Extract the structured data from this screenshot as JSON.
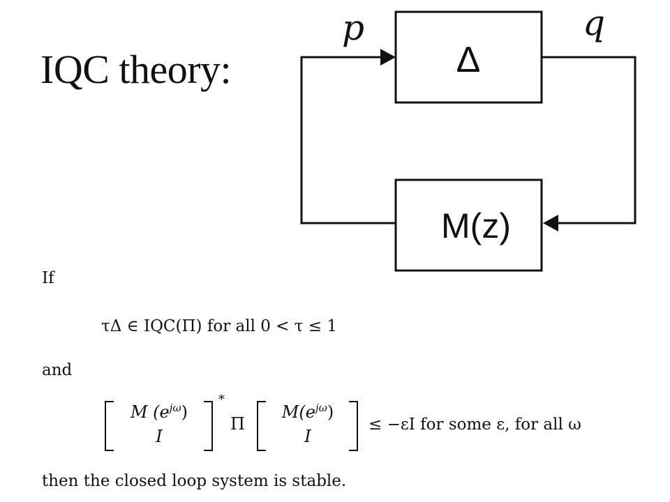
{
  "title": "IQC theory:",
  "diagram": {
    "top_block_label": "Δ",
    "bottom_block_label": "M(z)",
    "input_signal": "p",
    "output_signal": "q"
  },
  "theorem": {
    "if_word": "If",
    "condition1": {
      "lhs": "τΔ ∈ IQC(Π) for all 0 < τ ≤ 1"
    },
    "and_word": "and",
    "condition2": {
      "top_left": "M (e",
      "top_left_sup": "jω",
      "top_left_close": ")",
      "bottom_left": "I",
      "star": "*",
      "pi": "Π",
      "top_right": "M(e",
      "top_right_sup": "jω",
      "top_right_close": ")",
      "bottom_right": "I",
      "tail": "≤ −εI for some ε, for all ω"
    },
    "conclusion": "then the closed loop system is stable."
  }
}
